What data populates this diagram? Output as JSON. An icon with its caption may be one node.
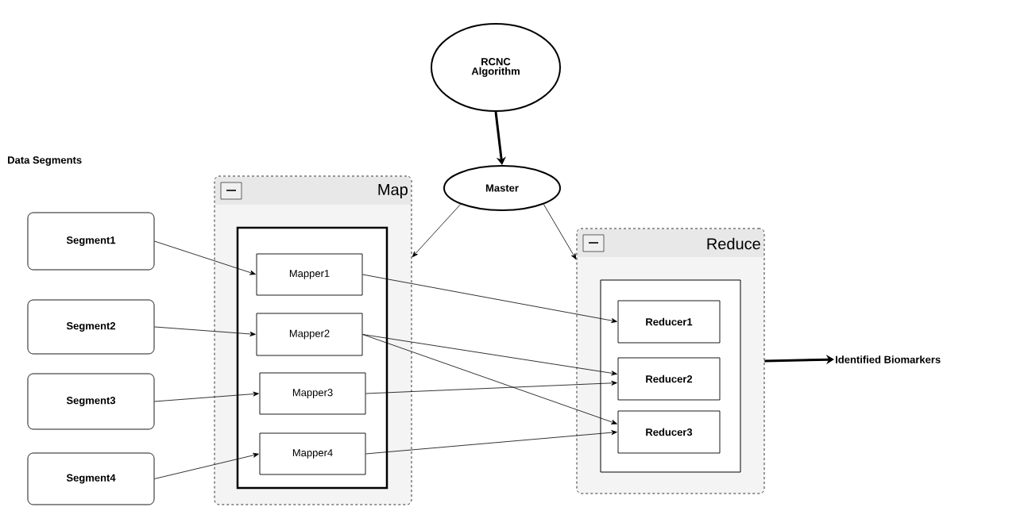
{
  "diagram": {
    "nodes": [
      {
        "text": [
          "RCNC Algorithm"
        ]
      },
      {
        "text": [
          "Master"
        ]
      },
      {
        "text": [
          "Map"
        ]
      },
      {
        "text": [],
        "shape": "box",
        "in": 2
      },
      {
        "text": [
          "Mapper1"
        ],
        "in": 3
      },
      {
        "text": [
          "Mapper2"
        ],
        "in": 3
      },
      {
        "text": [
          "Mapper3"
        ],
        "in": 3
      },
      {
        "text": [
          "Mapper4"
        ],
        "in": 3
      },
      {
        "text": [
          "Reduce"
        ]
      },
      {
        "text": [],
        "shape": "box",
        "in": 8
      },
      {
        "text": [
          "Reducer1"
        ],
        "in": 9
      },
      {
        "text": [
          "Reducer2"
        ],
        "in": 9
      },
      {
        "text": [
          "Reducer3"
        ],
        "in": 9
      },
      {
        "text": [
          "Segment1"
        ]
      },
      {
        "text": [
          "Segment2"
        ]
      },
      {
        "text": [
          "Segment3"
        ]
      },
      {
        "text": [
          "Segment4"
        ]
      },
      {
        "text": [
          "Identified Biomarkers"
        ]
      }
    ],
    "edges": [
      {
        "from": 0,
        "to": 1,
        "arrow": "to",
        "style": "thick"
      },
      {
        "from": 1,
        "to": 2,
        "arrow": "to"
      },
      {
        "from": 1,
        "to": 8,
        "arrow": "to"
      },
      {
        "from": 13,
        "to": 4,
        "arrow": "to"
      },
      {
        "from": 14,
        "to": 5,
        "arrow": "to"
      },
      {
        "from": 15,
        "to": 6,
        "arrow": "to"
      },
      {
        "from": 16,
        "to": 7,
        "arrow": "to"
      },
      {
        "from": 4,
        "to": 10,
        "arrow": "to"
      },
      {
        "from": 5,
        "to": 11,
        "arrow": "to"
      },
      {
        "from": 5,
        "to": 12,
        "arrow": "to"
      },
      {
        "from": 6,
        "to": 11,
        "arrow": "to"
      },
      {
        "from": 7,
        "to": 12,
        "arrow": "to"
      },
      {
        "from": 8,
        "to": 17,
        "arrow": "to",
        "style": "thick"
      }
    ],
    "labels": [
      "Data Segments"
    ]
  }
}
